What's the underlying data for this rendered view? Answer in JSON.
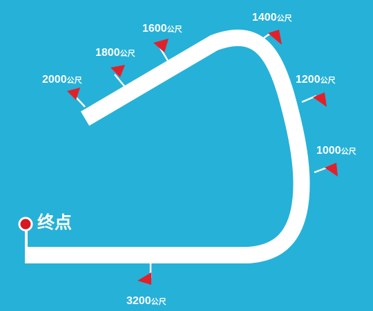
{
  "colors": {
    "background": "#26b1d8",
    "track": "#ffffff",
    "flag": "#e3202a",
    "finish_dot": "#d71920"
  },
  "unit": "公尺",
  "finish_label": "终点",
  "markers": [
    {
      "distance": "2000"
    },
    {
      "distance": "1800"
    },
    {
      "distance": "1600"
    },
    {
      "distance": "1400"
    },
    {
      "distance": "1200"
    },
    {
      "distance": "1000"
    },
    {
      "distance": "3200"
    }
  ]
}
